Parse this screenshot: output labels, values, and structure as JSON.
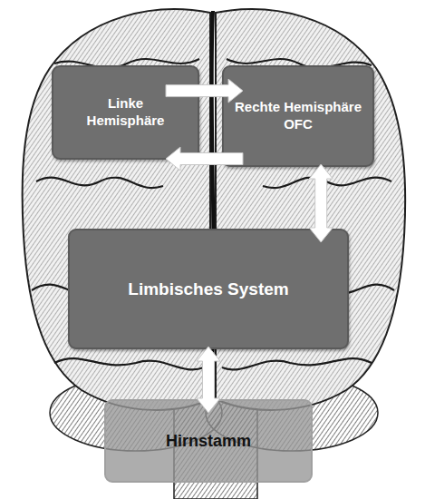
{
  "diagram": {
    "nodes": [
      {
        "text": [
          "Linke Hemisphäre"
        ]
      },
      {
        "text": [
          "Rechte Hemisphäre OFC"
        ]
      },
      {
        "text": [
          "Limbisches System"
        ]
      },
      {
        "text": [
          "Hirnstamm"
        ]
      }
    ],
    "edges": [
      {
        "from": 0,
        "to": 1,
        "arrow": "to"
      },
      {
        "from": 1,
        "to": 0,
        "arrow": "to"
      },
      {
        "from": 1,
        "to": 2,
        "arrow": "both"
      },
      {
        "from": 2,
        "to": 3,
        "arrow": "both"
      }
    ]
  }
}
